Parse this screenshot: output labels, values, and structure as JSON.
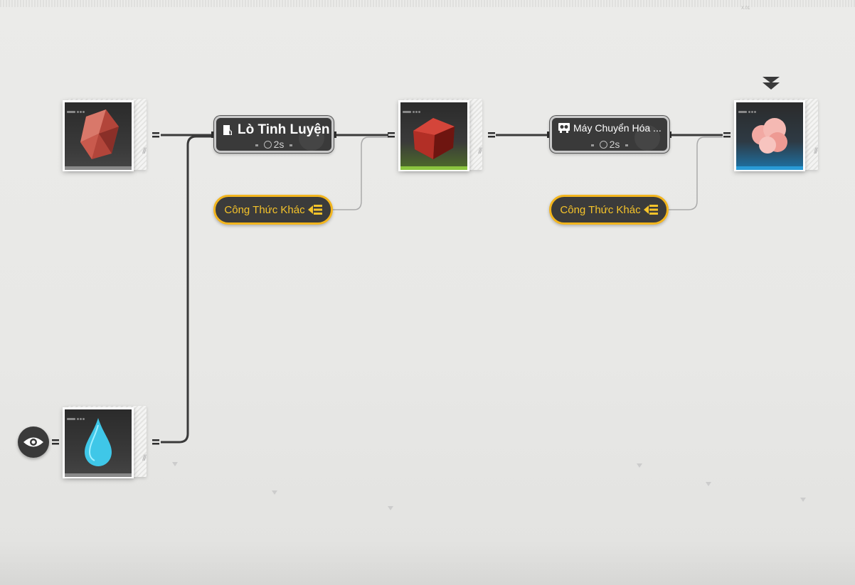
{
  "corner_code": "X.01",
  "nodes": {
    "ore": {
      "name": "originium-ore"
    },
    "water": {
      "name": "water"
    },
    "crystal": {
      "name": "red-crystal"
    },
    "cloud": {
      "name": "pink-powder"
    }
  },
  "machines": [
    {
      "title": "Lò Tinh Luyện",
      "time": "2s",
      "icon": "furnace-icon"
    },
    {
      "title": "Máy Chuyển Hóa ...",
      "time": "2s",
      "icon": "converter-icon"
    }
  ],
  "recipes": [
    {
      "label": "Công Thức Khác",
      "icon": "list-icon"
    },
    {
      "label": "Công Thức Khác",
      "icon": "list-icon"
    }
  ],
  "colors": {
    "accent": "#f2b51e",
    "rarity_green": "#8bc53f",
    "rarity_blue": "#2a9bd6",
    "rarity_gray": "#8a8a8a",
    "node_dark": "#3a3a3a"
  }
}
